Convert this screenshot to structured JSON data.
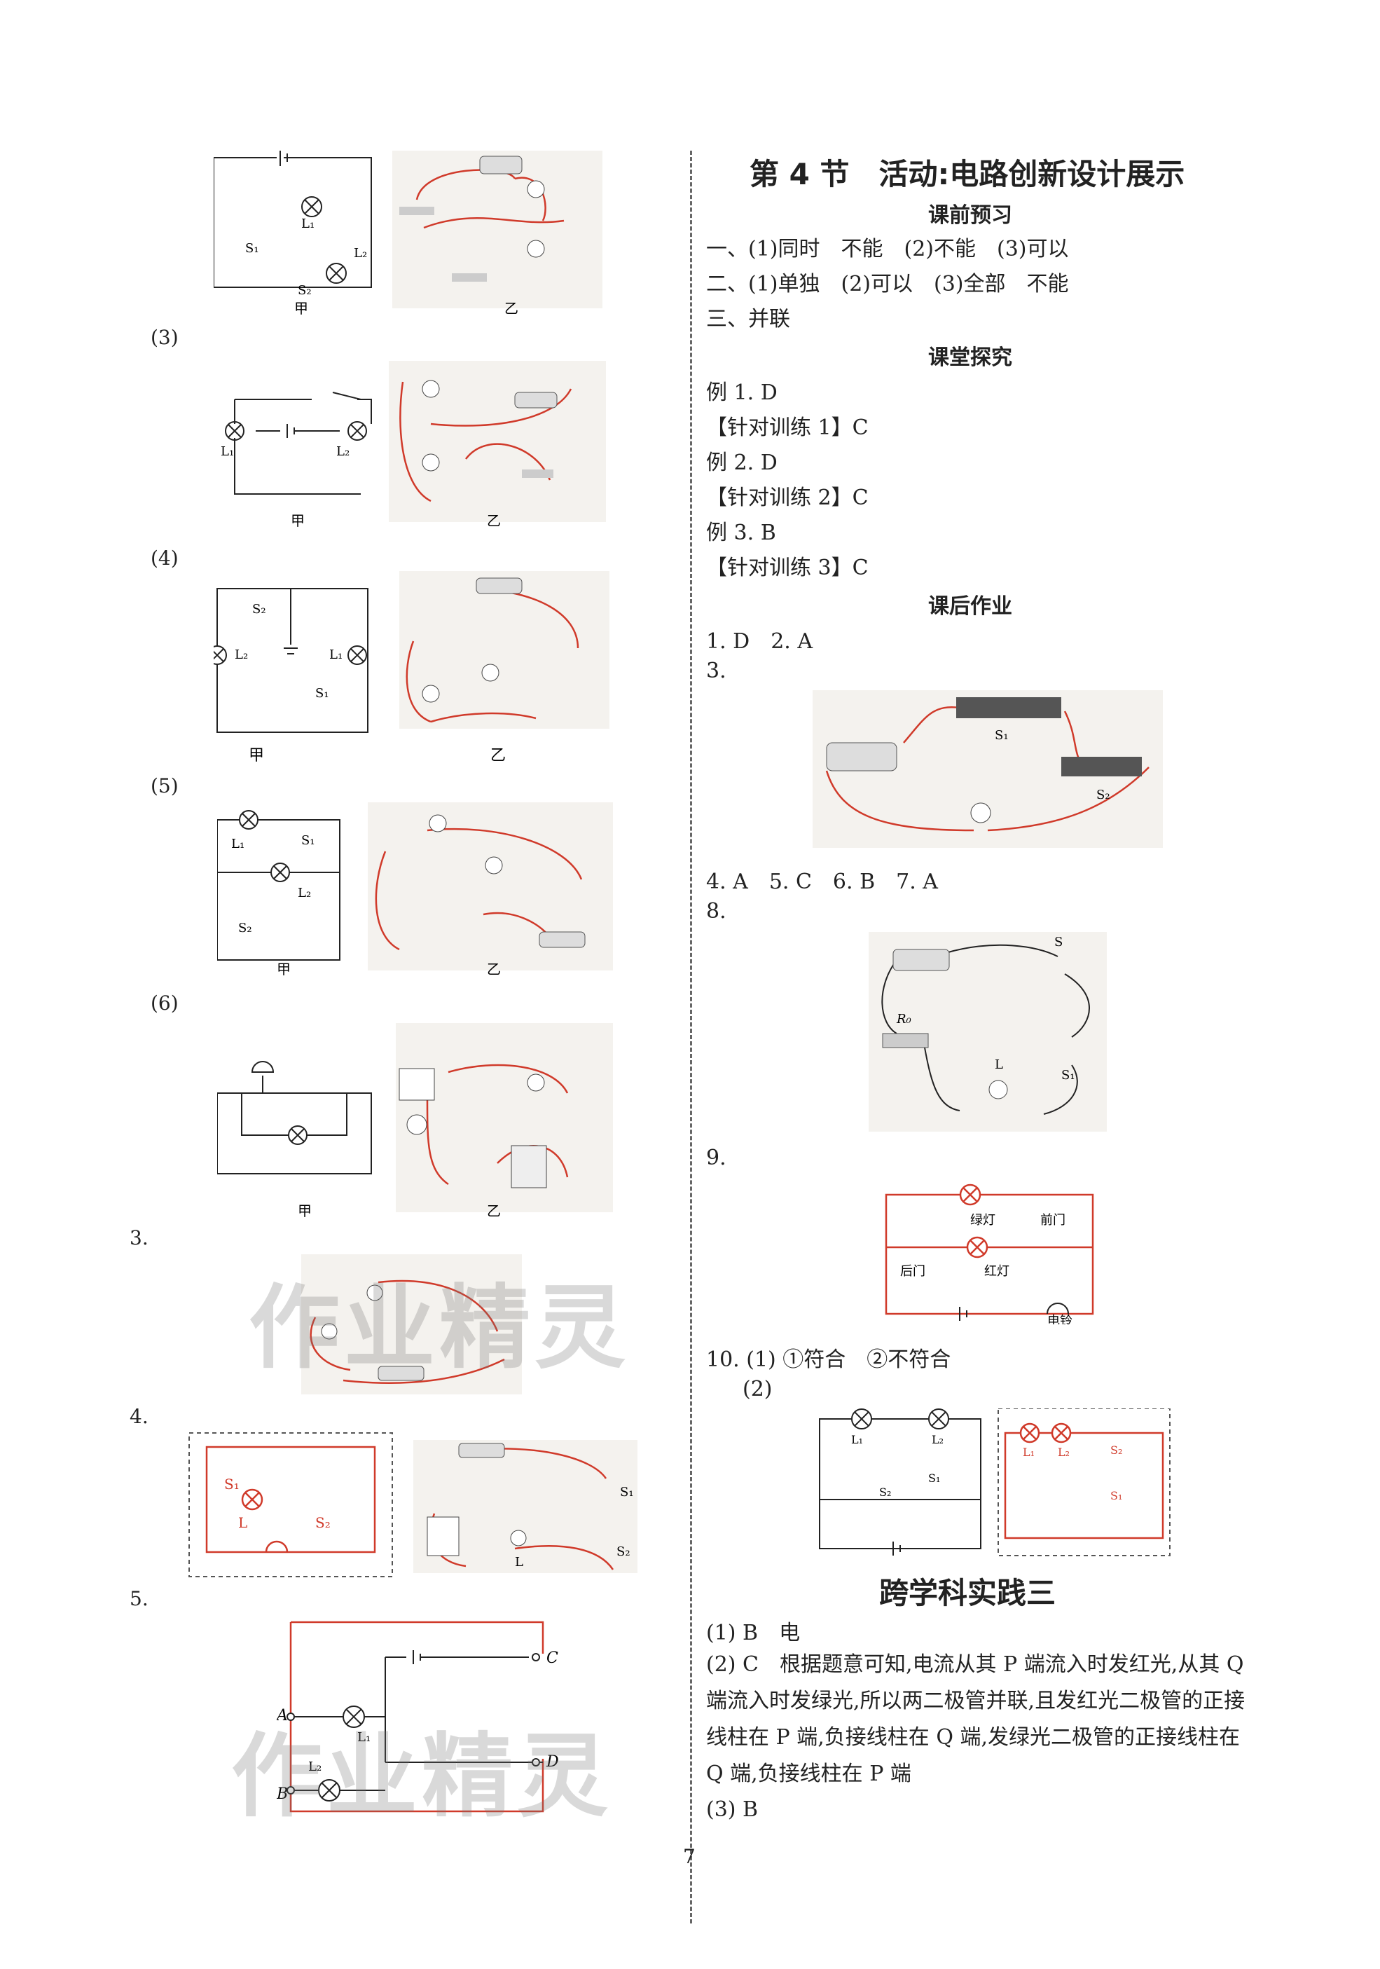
{
  "left": {
    "item_labels": {
      "p3": "(3)",
      "p4": "(4)",
      "p5": "(5)",
      "p6": "(6)",
      "n3": "3.",
      "n4": "4.",
      "n5": "5."
    },
    "figure_tags": {
      "jia": "甲",
      "yi": "乙"
    },
    "component_labels": {
      "L1": "L1",
      "L2": "L2",
      "S1": "S1",
      "S2": "S2",
      "L": "L",
      "A": "A",
      "B": "B",
      "C": "C",
      "D": "D"
    },
    "watermark": "作业精灵"
  },
  "right": {
    "section_title": "第 4 节　活动:电路创新设计展示",
    "preview": {
      "heading": "课前预习",
      "lines": [
        "一、(1)同时　不能　(2)不能　(3)可以",
        "二、(1)单独　(2)可以　(3)全部　不能",
        "三、并联"
      ]
    },
    "explore": {
      "heading": "课堂探究",
      "lines": [
        "例 1. D",
        "【针对训练 1】C",
        "例 2. D",
        "【针对训练 2】C",
        "例 3. B",
        "【针对训练 3】C"
      ]
    },
    "homework": {
      "heading": "课后作业",
      "line1": "1. D　2. A",
      "q3": "3.",
      "line2": "4. A　5. C　6. B　7. A",
      "q8": "8.",
      "q9": "9.",
      "q10a": "10. (1) ①符合　②不符合",
      "q10b": "(2)"
    },
    "fig9_labels": {
      "green": "绿灯",
      "front": "前门",
      "back": "后门",
      "red": "红灯",
      "bell": "电铃"
    },
    "fig8_labels": {
      "R0": "R0",
      "S": "S",
      "S1": "S1",
      "L": "L"
    },
    "practice": {
      "title": "跨学科实践三",
      "a1": "(1) B　电",
      "a2": "(2) C　根据题意可知,电流从其 P 端流入时发红光,从其 Q 端流入时发绿光,所以两二极管并联,且发红光二极管的正接线柱在 P 端,负接线柱在 Q 端,发绿光二极管的正接线柱在 Q 端,负接线柱在 P 端",
      "a3": "(3) B"
    }
  },
  "page_number": "7",
  "colors": {
    "wire_red": "#d03a2a",
    "text": "#222222",
    "divider": "#666666"
  }
}
